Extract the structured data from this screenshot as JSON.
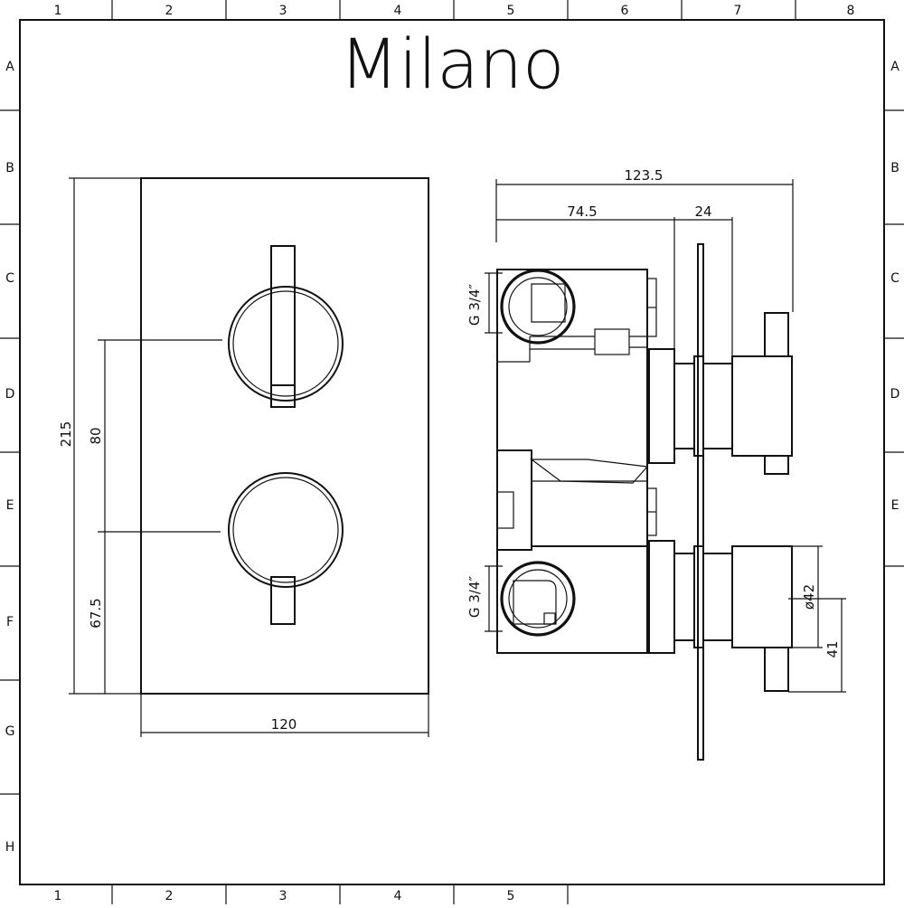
{
  "title_block": {
    "brand": "Milano"
  },
  "grid": {
    "columns": [
      "1",
      "2",
      "3",
      "4",
      "5",
      "6",
      "7",
      "8"
    ],
    "rows": [
      "A",
      "B",
      "C",
      "D",
      "E",
      "F",
      "G",
      "H"
    ]
  },
  "front_view": {
    "dimensions": {
      "height": "215",
      "handle_spacing": "80",
      "lower_offset": "67.5",
      "width": "120"
    }
  },
  "side_view": {
    "dimensions": {
      "overall_depth": "123.5",
      "body_depth": "74.5",
      "plate_gap": "24",
      "thread_top": "G 3/4″",
      "thread_bottom": "G 3/4″",
      "knob_diameter": "ø42",
      "knob_length": "41"
    }
  }
}
